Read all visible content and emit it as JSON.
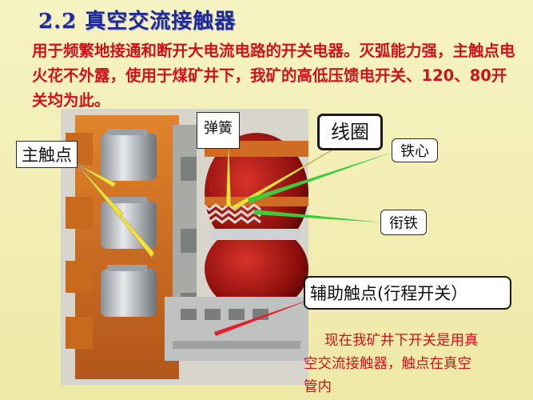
{
  "slide": {
    "title": "2.2 真空交流接触器",
    "paragraph": "用于频繁地接通和断开大电流电路的开关电器。灭弧能力强，主触点电火花不外露，使用于煤矿井下，我矿的高低压馈电开关、120、80开关均为此。",
    "labels": {
      "main_contact": "主触点",
      "spring": "弹簧",
      "coil": "线圈",
      "iron_core": "铁心",
      "armature": "衔铁",
      "aux_contact": "辅助触点(行程开关）"
    },
    "note": {
      "line1": "现在我矿井下开关是用真",
      "line2": "空交流接触器，触点在真空",
      "line3": "管内"
    }
  }
}
